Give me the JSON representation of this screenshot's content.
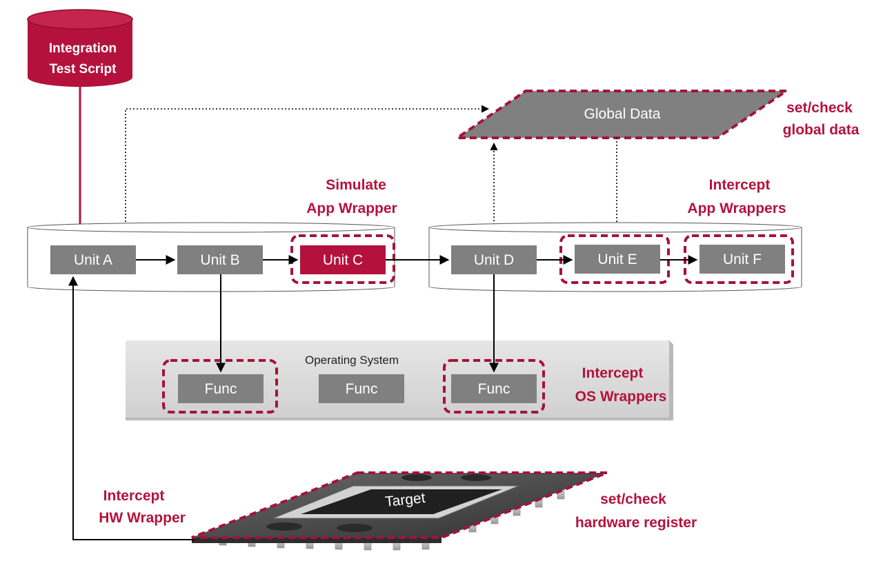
{
  "script": {
    "label_line1": "Integration",
    "label_line2": "Test Script"
  },
  "global_data": {
    "label": "Global Data"
  },
  "notes": {
    "set_check_global_1": "set/check",
    "set_check_global_2": "global data",
    "simulate_1": "Simulate",
    "simulate_2": "App Wrapper",
    "intercept_app_1": "Intercept",
    "intercept_app_2": "App Wrappers",
    "intercept_os_1": "Intercept",
    "intercept_os_2": "OS Wrappers",
    "intercept_hw_1": "Intercept",
    "intercept_hw_2": "HW Wrapper",
    "set_check_hw_1": "set/check",
    "set_check_hw_2": "hardware register"
  },
  "units": {
    "a": "Unit A",
    "b": "Unit B",
    "c": "Unit C",
    "d": "Unit D",
    "e": "Unit E",
    "f": "Unit F"
  },
  "os": {
    "title": "Operating System",
    "func1": "Func",
    "func2": "Func",
    "func3": "Func"
  },
  "target": {
    "label": "Target"
  },
  "colors": {
    "accent_red": "#b4123c",
    "unit_gray": "#808080",
    "os_panel": "#dcdcdc",
    "chip_dark": "#4a4a4a"
  }
}
